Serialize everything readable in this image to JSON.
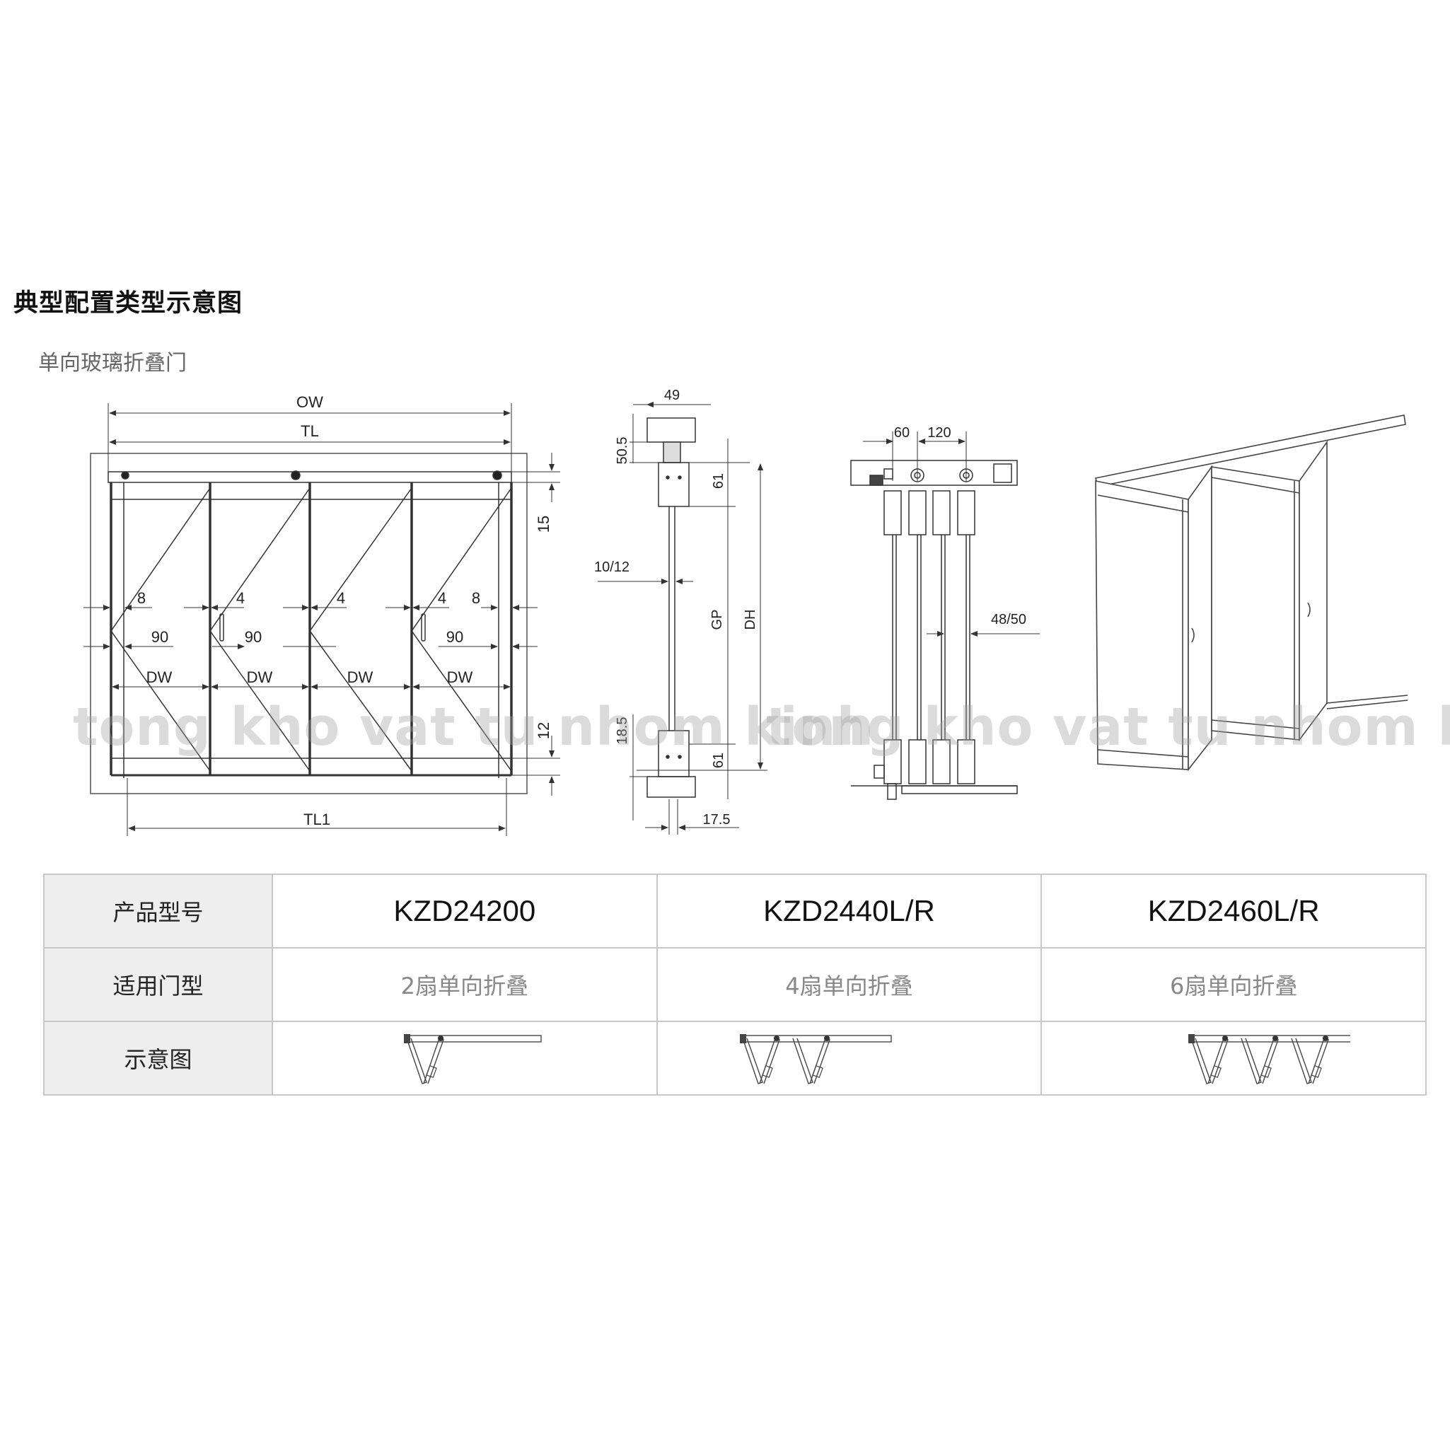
{
  "header": {
    "title": "典型配置类型示意图",
    "subtitle": "单向玻璃折叠门"
  },
  "elevation": {
    "ow": "OW",
    "tl": "TL",
    "tl1": "TL1",
    "dim_15": "15",
    "dim_12": "12",
    "gaps": [
      "8",
      "4",
      "4",
      "4",
      "8"
    ],
    "offsets": [
      "90",
      "90",
      "90"
    ],
    "door_widths": [
      "DW",
      "DW",
      "DW",
      "DW"
    ]
  },
  "section": {
    "d49": "49",
    "d50_5": "50.5",
    "d61_top": "61",
    "d10_12": "10/12",
    "gp": "GP",
    "dh": "DH",
    "d18_5": "18.5",
    "d61_bottom": "61",
    "d17_5": "17.5"
  },
  "track_view": {
    "d60": "60",
    "d120": "120",
    "d48_50": "48/50"
  },
  "watermark": [
    "tong kho vat tu nhom kinh",
    "tong kho vat tu nhom kinh"
  ],
  "table": {
    "row_labels": [
      "产品型号",
      "适用门型",
      "示意图"
    ],
    "products": [
      {
        "model": "KZD24200",
        "door_type": "2扇单向折叠"
      },
      {
        "model": "KZD2440L/R",
        "door_type": "4扇单向折叠"
      },
      {
        "model": "KZD2460L/R",
        "door_type": "6扇单向折叠"
      }
    ]
  },
  "colors": {
    "line": "#333333",
    "header_bg": "#eeeeee",
    "grid": "#c8c8c8",
    "watermark": "#a0a0a0"
  }
}
